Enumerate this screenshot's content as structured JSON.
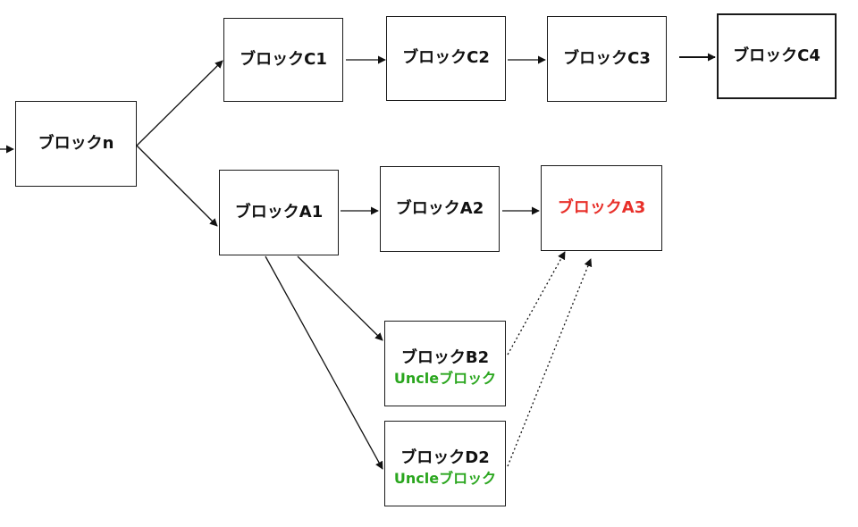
{
  "colors": {
    "text": "#111111",
    "border": "#1a1a1a",
    "highlight": "#e8302a",
    "uncle": "#2aa61e",
    "edge": "#111111"
  },
  "nodes": {
    "n": {
      "label": "ブロックn"
    },
    "c1": {
      "label": "ブロックC1"
    },
    "c2": {
      "label": "ブロックC2"
    },
    "c3": {
      "label": "ブロックC3"
    },
    "c4": {
      "label": "ブロックC4"
    },
    "a1": {
      "label": "ブロックA1"
    },
    "a2": {
      "label": "ブロックA2"
    },
    "a3": {
      "label": "ブロックA3"
    },
    "b2": {
      "label": "ブロックB2",
      "sublabel": "Uncleブロック"
    },
    "d2": {
      "label": "ブロックD2",
      "sublabel": "Uncleブロック"
    }
  },
  "edges": [
    {
      "from": "incoming",
      "to": "n",
      "style": "solid"
    },
    {
      "from": "n",
      "to": "c1",
      "style": "solid"
    },
    {
      "from": "n",
      "to": "a1",
      "style": "solid"
    },
    {
      "from": "c1",
      "to": "c2",
      "style": "solid"
    },
    {
      "from": "c2",
      "to": "c3",
      "style": "solid"
    },
    {
      "from": "c3",
      "to": "c4",
      "style": "solid"
    },
    {
      "from": "a1",
      "to": "a2",
      "style": "solid"
    },
    {
      "from": "a2",
      "to": "a3",
      "style": "solid"
    },
    {
      "from": "a1",
      "to": "b2",
      "style": "solid"
    },
    {
      "from": "a1",
      "to": "d2",
      "style": "solid"
    },
    {
      "from": "b2",
      "to": "a3",
      "style": "dotted"
    },
    {
      "from": "d2",
      "to": "a3",
      "style": "dotted"
    }
  ]
}
